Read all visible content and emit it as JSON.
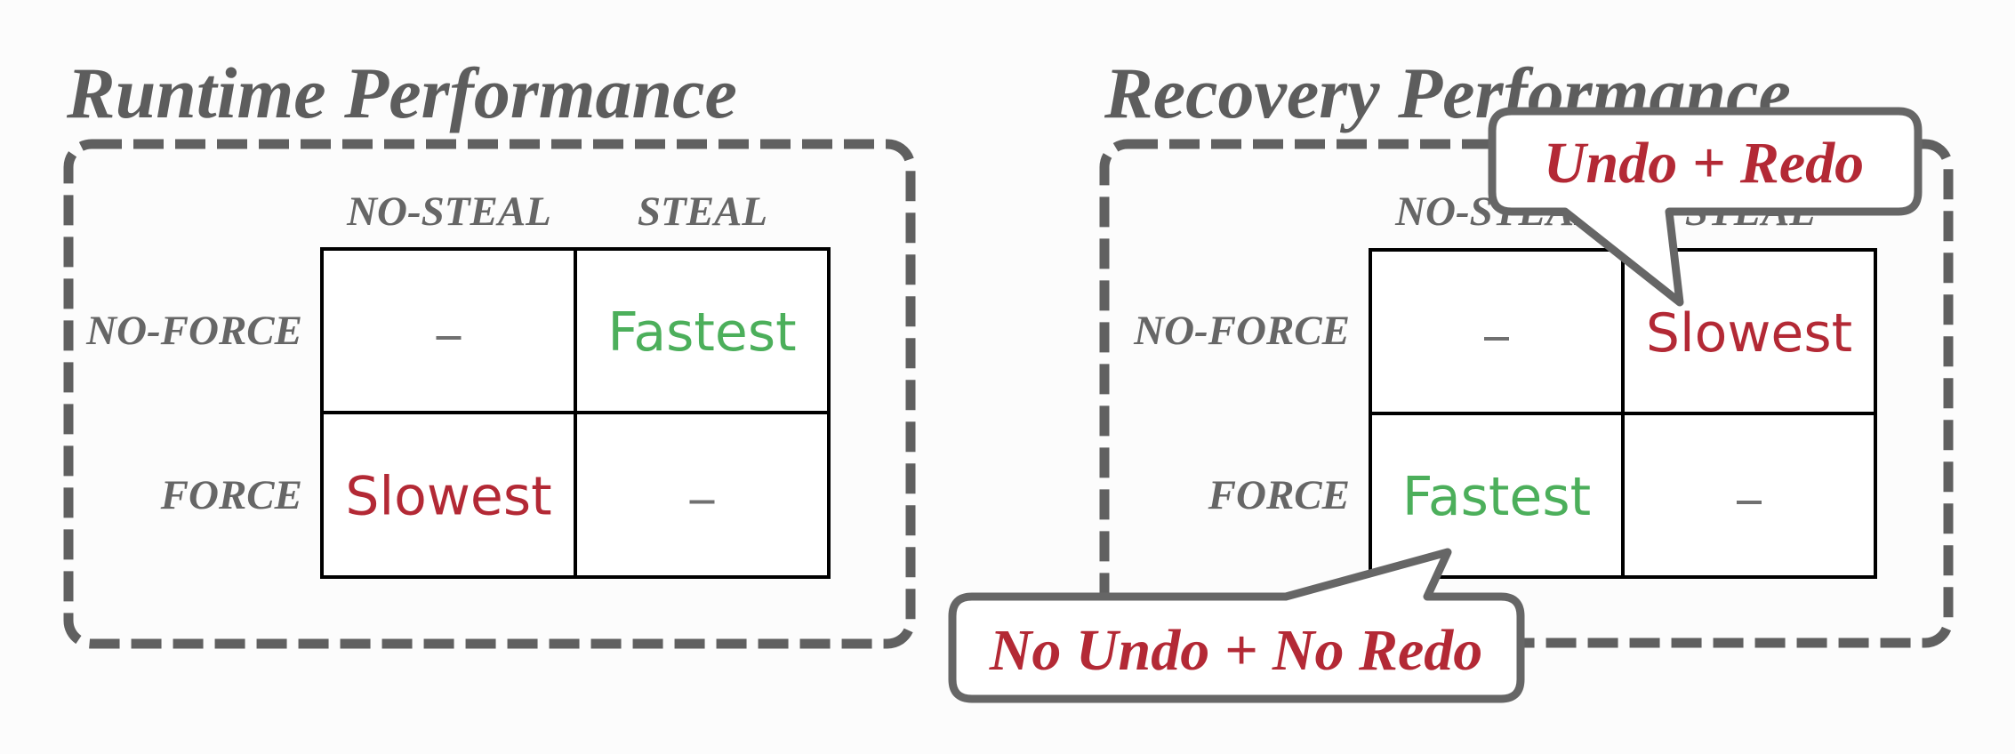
{
  "colors": {
    "fastest": "#4caf5b",
    "slowest": "#b32935",
    "neutral": "#707070",
    "label": "#666666",
    "title": "#5d5d5d"
  },
  "panels": [
    {
      "title": "Runtime Performance",
      "column_headers": [
        "NO-STEAL",
        "STEAL"
      ],
      "row_headers": [
        "NO-FORCE",
        "FORCE"
      ],
      "cells": [
        [
          {
            "text": "–",
            "kind": "neutral"
          },
          {
            "text": "Fastest",
            "kind": "fastest"
          }
        ],
        [
          {
            "text": "Slowest",
            "kind": "slowest"
          },
          {
            "text": "–",
            "kind": "neutral"
          }
        ]
      ]
    },
    {
      "title": "Recovery Performance",
      "column_headers": [
        "NO-STEAL",
        "STEAL"
      ],
      "row_headers": [
        "NO-FORCE",
        "FORCE"
      ],
      "cells": [
        [
          {
            "text": "–",
            "kind": "neutral"
          },
          {
            "text": "Slowest",
            "kind": "slowest"
          }
        ],
        [
          {
            "text": "Fastest",
            "kind": "fastest"
          },
          {
            "text": "–",
            "kind": "neutral"
          }
        ]
      ]
    }
  ],
  "callouts": {
    "top": "Undo + Redo",
    "bottom": "No Undo + No Redo"
  }
}
